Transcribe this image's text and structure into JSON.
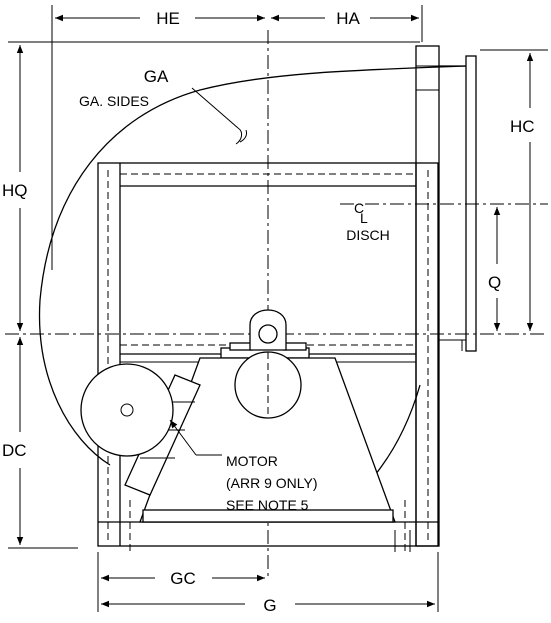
{
  "dimensions": {
    "he": "HE",
    "ha": "HA",
    "hc": "HC",
    "hq": "HQ",
    "q": "Q",
    "dc": "DC",
    "gc": "GC",
    "g": "G"
  },
  "labels": {
    "ga": "GA",
    "ga_sides": "GA. SIDES",
    "cl_c": "C",
    "cl_l": "L",
    "disch": "DISCH",
    "motor_line1": "MOTOR",
    "motor_line2": "(ARR 9 ONLY)",
    "motor_line3": "SEE NOTE 5"
  }
}
